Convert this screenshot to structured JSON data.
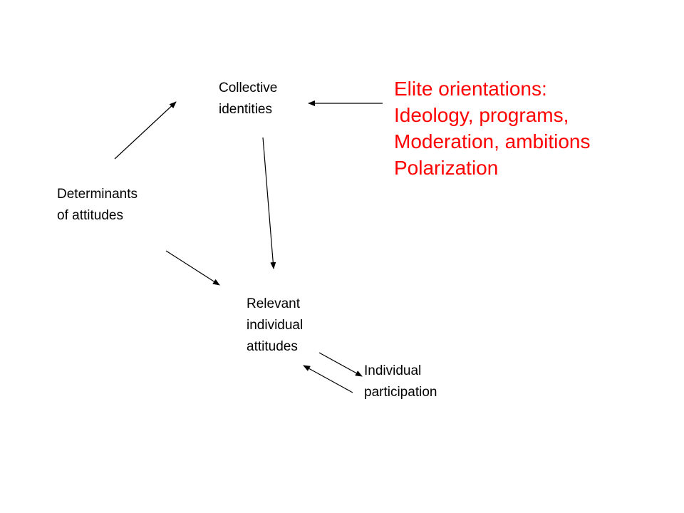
{
  "diagram": {
    "nodes": {
      "collective": {
        "label": "Collective\nidentities"
      },
      "determinants": {
        "label": "Determinants\nof attitudes"
      },
      "relevant": {
        "label": "Relevant\nindividual\nattitudes"
      },
      "participation": {
        "label": "Individual\nparticipation"
      }
    },
    "elite": {
      "label": "Elite orientations:\nIdeology, programs,\nModeration, ambitions\nPolarization",
      "color": "#ff0000"
    },
    "edges": [
      {
        "from": "determinants",
        "to": "collective"
      },
      {
        "from": "elite",
        "to": "collective"
      },
      {
        "from": "collective",
        "to": "relevant"
      },
      {
        "from": "determinants",
        "to": "relevant"
      },
      {
        "from": "relevant",
        "to": "participation"
      },
      {
        "from": "participation",
        "to": "relevant"
      }
    ]
  }
}
